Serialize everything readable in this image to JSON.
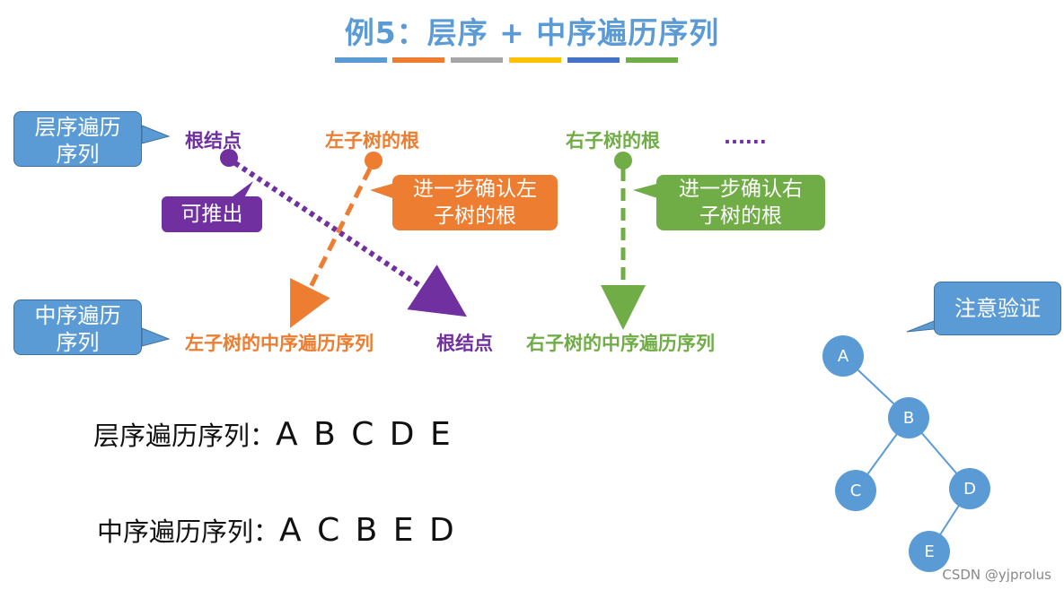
{
  "title": "例5：层序 + 中序遍历序列",
  "color_bars": [
    "#5b9bd5",
    "#ed7d31",
    "#a5a5a5",
    "#ffc000",
    "#4472c4",
    "#70ad47"
  ],
  "callouts": {
    "level_order_top": "层序遍历序列",
    "in_order_bottom": "中序遍历序列",
    "can_infer": "可推出",
    "confirm_left": "进一步确认左子树的根",
    "confirm_right": "进一步确认右子树的根",
    "verify": "注意验证"
  },
  "top_labels": {
    "root": "根结点",
    "left_root": "左子树的根",
    "right_root": "右子树的根",
    "ellipsis": "......"
  },
  "bottom_labels": {
    "left_inorder": "左子树的中序遍历序列",
    "root": "根结点",
    "right_inorder": "右子树的中序遍历序列"
  },
  "sequences": {
    "level_label": "层序遍历序列：",
    "level_value": "A B C D E",
    "in_label": "中序遍历序列：",
    "in_value": "A C B E D"
  },
  "tree_nodes": [
    "A",
    "B",
    "C",
    "D",
    "E"
  ],
  "colors": {
    "purple": "#7030a0",
    "orange": "#ed7d31",
    "green": "#70ad47",
    "blue": "#5b9bd5"
  },
  "watermark": "CSDN @yjprolus"
}
